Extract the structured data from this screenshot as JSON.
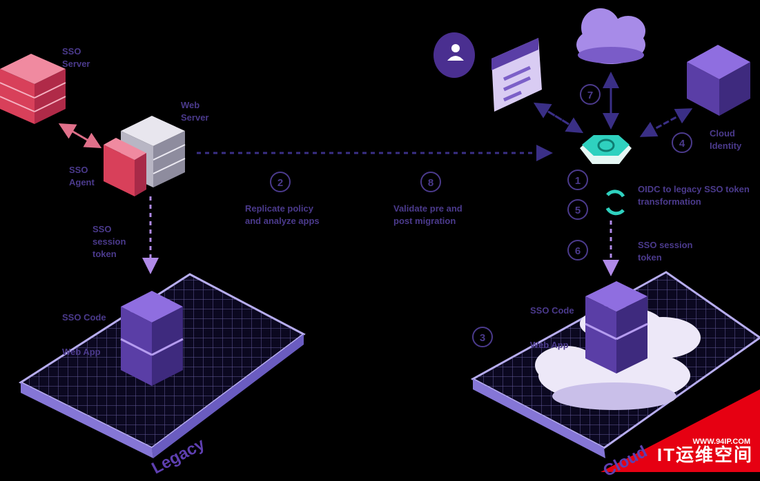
{
  "labels": {
    "sso_server": "SSO\nServer",
    "web_server": "Web\nServer",
    "sso_agent": "SSO\nAgent",
    "sso_session_token_left": "SSO\nsession\ntoken",
    "replicate": "Replicate policy\nand analyze apps",
    "validate": "Validate pre and\npost migration",
    "sso_code_left": "SSO Code",
    "web_app_left": "Web App",
    "legacy": "Legacy",
    "cloud_identity": "Cloud\nIdentity",
    "oidc": "OIDC to legacy SSO token\ntransformation",
    "sso_session_token_right": "SSO session\ntoken",
    "sso_code_right": "SSO Code",
    "web_app_right": "Web App",
    "cloud": "Cloud"
  },
  "steps": [
    "1",
    "2",
    "3",
    "4",
    "5",
    "6",
    "7",
    "8"
  ],
  "watermark": {
    "url": "WWW.94IP.COM",
    "text": "IT运维空间"
  },
  "colors": {
    "edge": "#5a4aa8",
    "dash": "#3a2f86",
    "dash_light": "#b08ae8",
    "red": "#d8405a",
    "teal": "#2fd1bf",
    "purple": "#5a3ea6"
  }
}
